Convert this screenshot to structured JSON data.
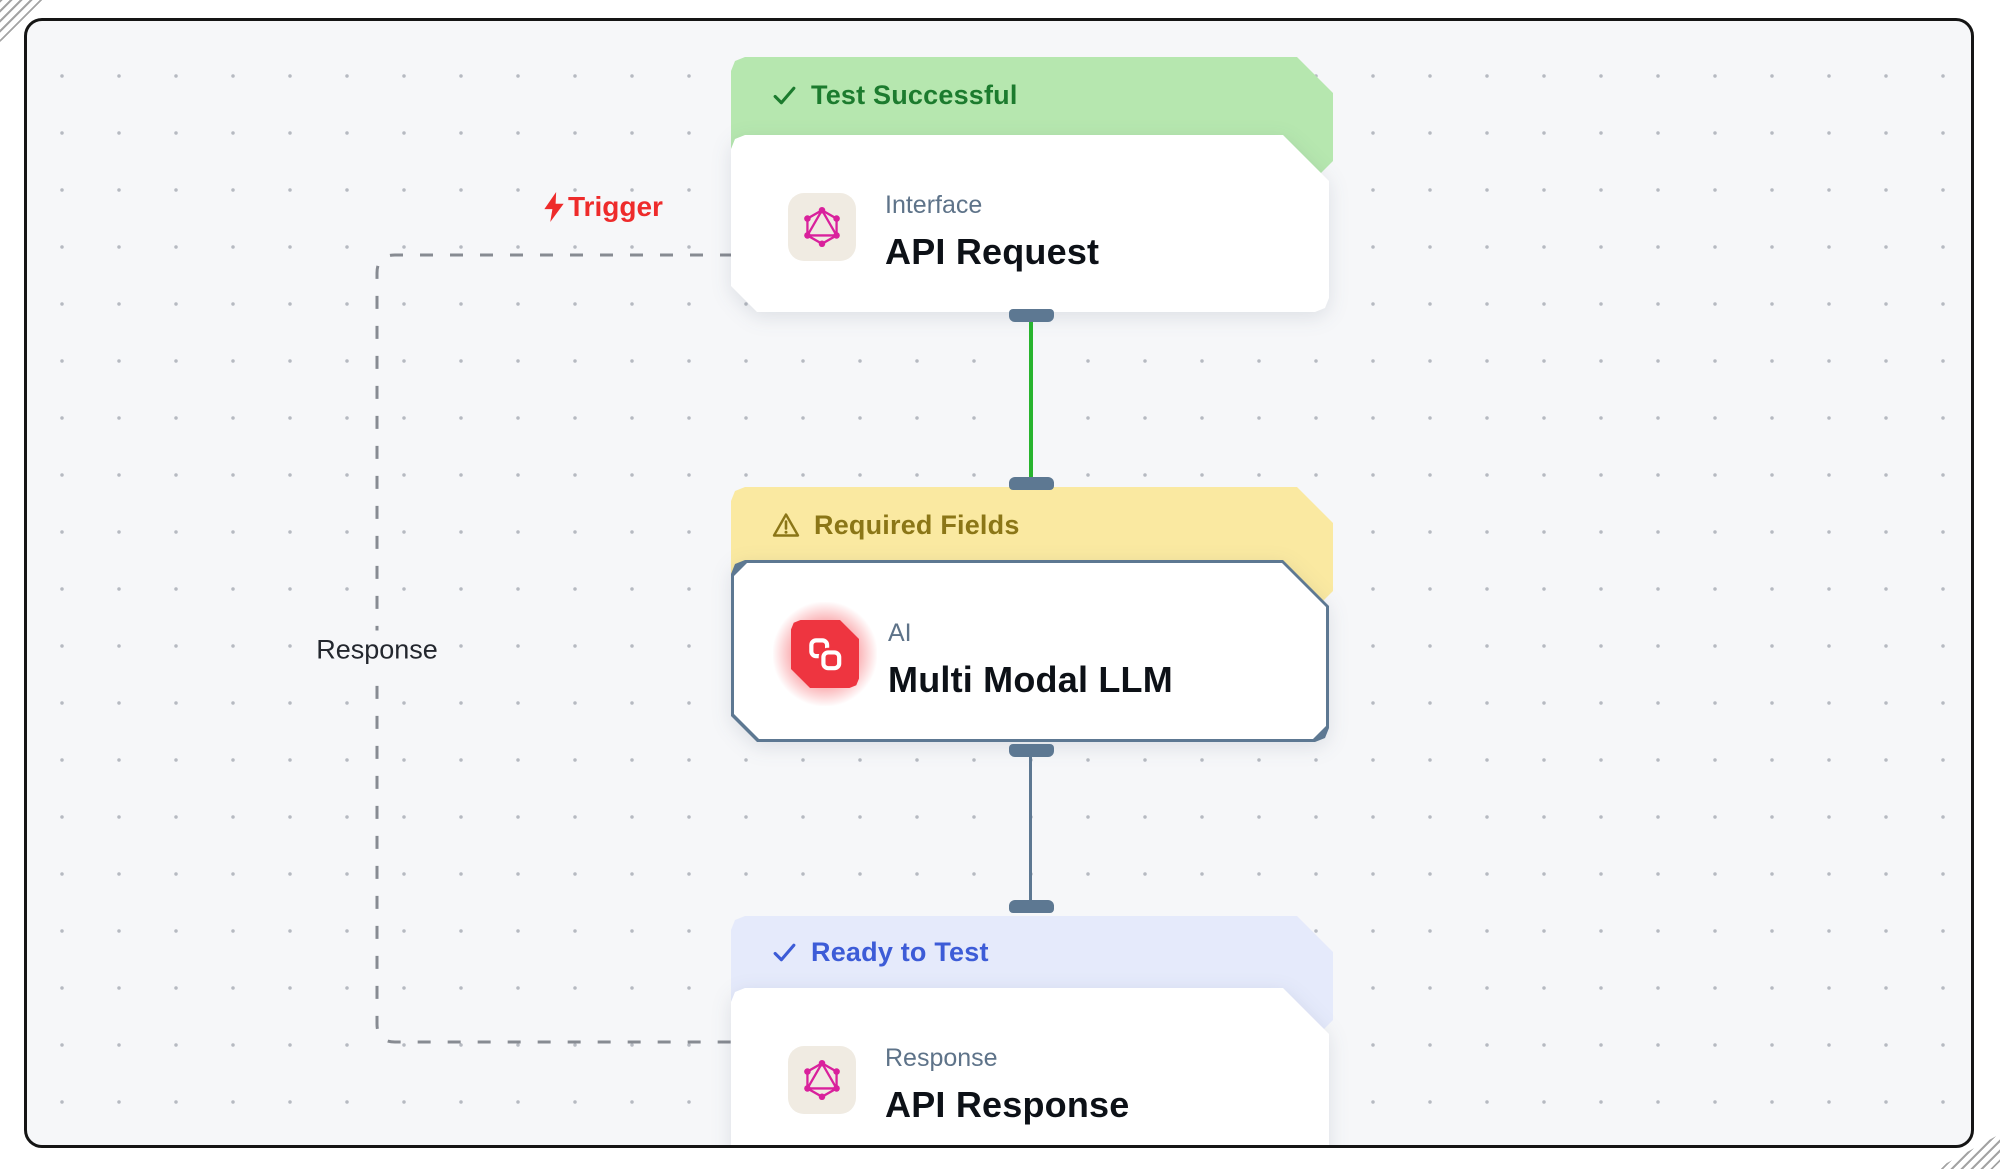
{
  "frame": {
    "background": "#f6f7f9",
    "dot_color": "#b6bac1",
    "border_color": "#151515"
  },
  "edges": {
    "trigger": {
      "label": "Trigger",
      "icon": "lightning-bolt-icon",
      "color": "#ee2b2b"
    },
    "response": {
      "label": "Response",
      "color": "#23272e"
    },
    "dashed_edge_color": "#878b92",
    "success_connector_color": "#28b42e",
    "neutral_connector_color": "#5d7892",
    "handle_color": "#5d7892"
  },
  "nodes": [
    {
      "status_badge": {
        "icon": "check-icon",
        "label": "Test Successful",
        "background": "#b6e7af",
        "text_color": "#1c7b2e"
      },
      "category": "Interface",
      "title": "API Request",
      "icon": "graphql-icon",
      "icon_color": "#d9219c"
    },
    {
      "status_badge": {
        "icon": "warning-triangle-icon",
        "label": "Required Fields",
        "background": "#fae9a1",
        "text_color": "#8b7617"
      },
      "category": "AI",
      "title": "Multi Modal LLM",
      "icon": "chain-link-icon",
      "icon_background": "#ee3540",
      "selected": true,
      "selection_border_color": "#5d7892"
    },
    {
      "status_badge": {
        "icon": "check-icon",
        "label": "Ready to Test",
        "background": "#e5eafb",
        "text_color": "#3d5cd7"
      },
      "category": "Response",
      "title": "API Response",
      "icon": "graphql-icon",
      "icon_color": "#d9219c"
    }
  ]
}
